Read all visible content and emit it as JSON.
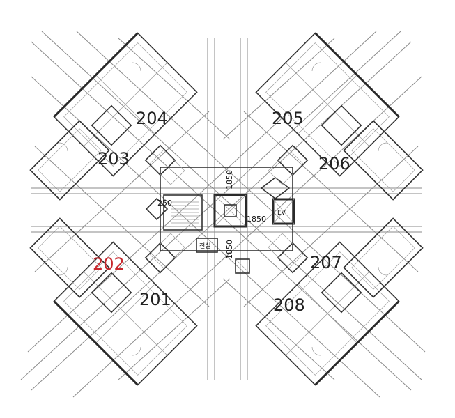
{
  "units": [
    {
      "id": "204",
      "label": "204"
    },
    {
      "id": "203",
      "label": "203"
    },
    {
      "id": "205",
      "label": "205"
    },
    {
      "id": "206",
      "label": "206"
    },
    {
      "id": "202",
      "label": "202"
    },
    {
      "id": "201",
      "label": "201"
    },
    {
      "id": "207",
      "label": "207"
    },
    {
      "id": "208",
      "label": "208"
    }
  ],
  "highlight_color": "#c8282d",
  "dimensions": {
    "vertical_top": "1850",
    "horizontal_right": "1850",
    "vertical_bottom": "1850",
    "stair_width": "250"
  },
  "rooms": {
    "elevator_hall": "전실",
    "lift": "EV"
  }
}
